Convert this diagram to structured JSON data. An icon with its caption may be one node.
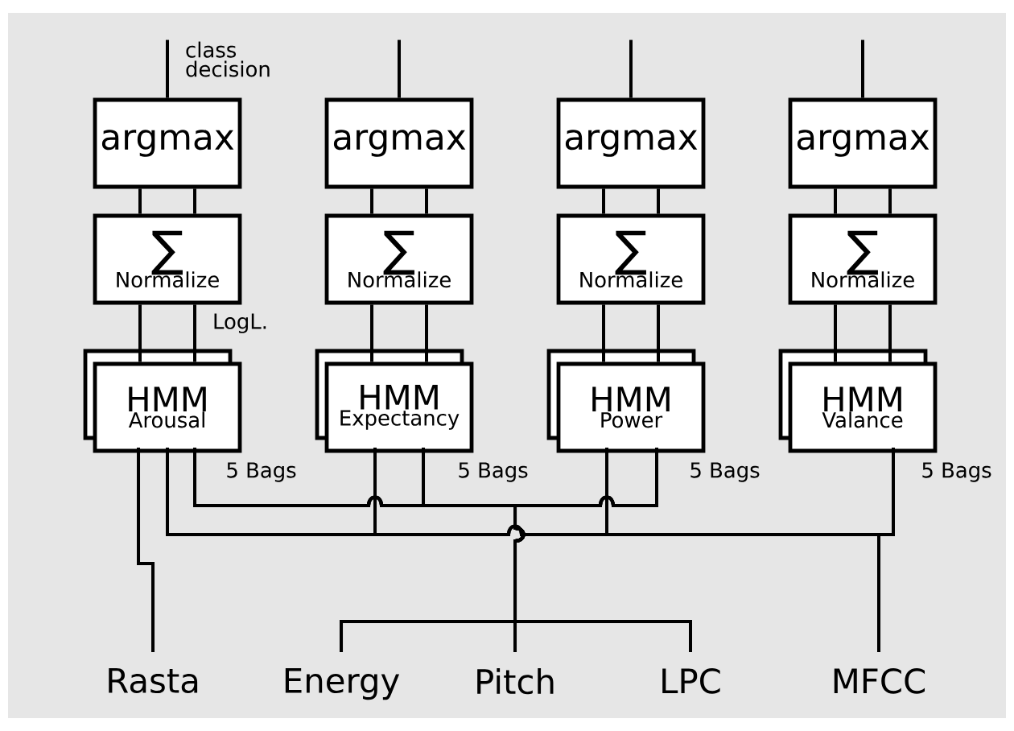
{
  "diagram": {
    "nodes": [
      {
        "text": [
          "argmax"
        ]
      },
      {
        "text": [
          "argmax"
        ]
      },
      {
        "text": [
          "argmax"
        ]
      },
      {
        "text": [
          "argmax"
        ]
      },
      {
        "text": [
          "∑",
          "Normalize"
        ]
      },
      {
        "text": [
          "∑",
          "Normalize"
        ]
      },
      {
        "text": [
          "∑",
          "Normalize"
        ]
      },
      {
        "text": [
          "∑",
          "Normalize"
        ]
      },
      {
        "text": [
          "HMM",
          "Arousal"
        ],
        "beside": [
          "5 Bags"
        ]
      },
      {
        "text": [
          "HMM",
          "Expectancy"
        ],
        "beside": [
          "5 Bags"
        ]
      },
      {
        "text": [
          "HMM",
          "Power"
        ],
        "beside": [
          "5 Bags"
        ]
      },
      {
        "text": [
          "HMM",
          "Valance"
        ],
        "beside": [
          "5 Bags"
        ]
      },
      {
        "text": [
          "Rasta"
        ]
      },
      {
        "text": [
          "Energy"
        ]
      },
      {
        "text": [
          "Pitch"
        ]
      },
      {
        "text": [
          "LPC"
        ]
      },
      {
        "text": [
          "MFCC"
        ]
      }
    ],
    "edges": [
      {
        "from": 0,
        "to": null,
        "arrow": "none",
        "label": "class decision"
      },
      {
        "from": 1,
        "to": null,
        "arrow": "none"
      },
      {
        "from": 2,
        "to": null,
        "arrow": "none"
      },
      {
        "from": 3,
        "to": null,
        "arrow": "none"
      },
      {
        "from": 4,
        "to": 0,
        "arrow": "none"
      },
      {
        "from": 4,
        "to": 0,
        "arrow": "none"
      },
      {
        "from": 5,
        "to": 1,
        "arrow": "none"
      },
      {
        "from": 5,
        "to": 1,
        "arrow": "none"
      },
      {
        "from": 6,
        "to": 2,
        "arrow": "none"
      },
      {
        "from": 6,
        "to": 2,
        "arrow": "none"
      },
      {
        "from": 7,
        "to": 3,
        "arrow": "none"
      },
      {
        "from": 7,
        "to": 3,
        "arrow": "none"
      },
      {
        "from": 8,
        "to": 4,
        "arrow": "none"
      },
      {
        "from": 8,
        "to": 4,
        "arrow": "none",
        "label": "LogL."
      },
      {
        "from": 9,
        "to": 5,
        "arrow": "none"
      },
      {
        "from": 9,
        "to": 5,
        "arrow": "none"
      },
      {
        "from": 10,
        "to": 6,
        "arrow": "none"
      },
      {
        "from": 10,
        "to": 6,
        "arrow": "none"
      },
      {
        "from": 11,
        "to": 7,
        "arrow": "none"
      },
      {
        "from": 11,
        "to": 7,
        "arrow": "none"
      },
      {
        "from": 12,
        "to": 8,
        "arrow": "none"
      },
      {
        "from": 13,
        "to": 8,
        "arrow": "none"
      },
      {
        "from": 13,
        "to": 9,
        "arrow": "none"
      },
      {
        "from": 13,
        "to": 10,
        "arrow": "none"
      },
      {
        "from": 14,
        "to": 8,
        "arrow": "none"
      },
      {
        "from": 14,
        "to": 9,
        "arrow": "none"
      },
      {
        "from": 14,
        "to": 10,
        "arrow": "none"
      },
      {
        "from": 15,
        "to": 8,
        "arrow": "none"
      },
      {
        "from": 15,
        "to": 9,
        "arrow": "none"
      },
      {
        "from": 15,
        "to": 10,
        "arrow": "none"
      },
      {
        "from": 16,
        "to": 8,
        "arrow": "none"
      },
      {
        "from": 16,
        "to": 9,
        "arrow": "none"
      },
      {
        "from": 16,
        "to": 10,
        "arrow": "none"
      },
      {
        "from": 16,
        "to": 11,
        "arrow": "none"
      }
    ]
  }
}
